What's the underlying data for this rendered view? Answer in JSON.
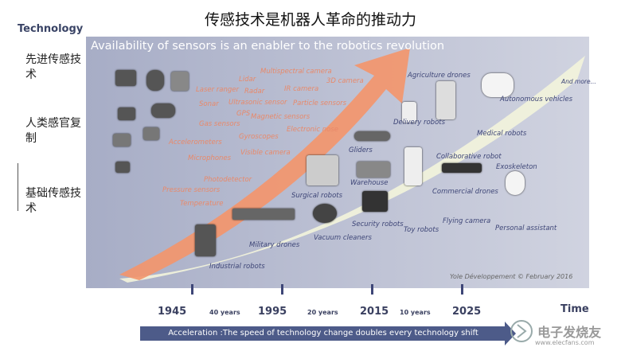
{
  "title": "传感技术是机器人革命的推动力",
  "left": {
    "heading": "Technology",
    "categories": [
      "先进传感技术",
      "人类感官复制",
      "基础传感技术"
    ]
  },
  "panel_title": "Availability of sensors is an enabler to the robotics revolution",
  "sensors": [
    "Multispectral camera",
    "Lidar",
    "3D camera",
    "Laser ranger",
    "Radar",
    "IR camera",
    "Sonar",
    "Ultrasonic sensor",
    "Particle sensors",
    "GPS",
    "Magnetic sensors",
    "Gas sensors",
    "Electronic nose",
    "Accelerometers",
    "Gyroscopes",
    "Microphones",
    "Visible camera",
    "Photodetector",
    "Pressure sensors",
    "Temperature"
  ],
  "robots": [
    "Agriculture drones",
    "Delivery robots",
    "Autonomous vehicles",
    "And more...",
    "Gliders",
    "Surgical robots",
    "Warehouse",
    "Medical robots",
    "Collaborative robot",
    "Exoskeleton",
    "Commercial drones",
    "Security robots",
    "Toy robots",
    "Flying camera",
    "Personal assistant",
    "Vacuum cleaners",
    "Military drones",
    "Industrial robots"
  ],
  "credit": "Yole Développement © February 2016",
  "timeline": {
    "years": [
      "1945",
      "1995",
      "2015",
      "2025"
    ],
    "gaps": [
      "40 years",
      "20 years",
      "10 years"
    ],
    "label": "Time"
  },
  "acceleration": "Acceleration :The speed of technology change doubles every technology shift",
  "watermark": {
    "name": "电子发烧友",
    "url": "www.elecfans.com"
  },
  "colors": {
    "sensor_arrow": "#f4956a",
    "robot_arc": "#f3f4dc",
    "panel": "#b7bbcf",
    "bar": "#4d5b89"
  }
}
